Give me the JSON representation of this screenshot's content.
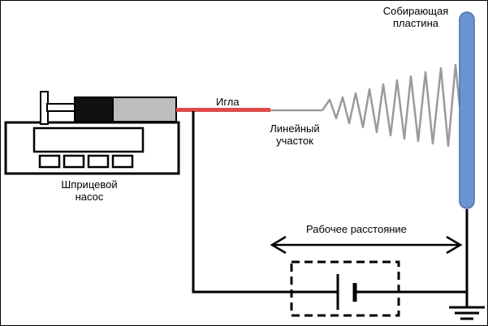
{
  "labels": {
    "collector_line1": "Собирающая",
    "collector_line2": "пластина",
    "needle": "Игла",
    "linear_line1": "Линейный",
    "linear_line2": "участок",
    "pump_line1": "Шприцевой",
    "pump_line2": "насос",
    "distance": "Рабочее расстояние"
  },
  "colors": {
    "frame": "#000000",
    "needle": "#e04a4a",
    "collector": "#6c93d2",
    "collector_edge": "#4a6fae",
    "jet": "#9a9a9a",
    "syringe_body": "#bdbdbd",
    "syringe_plunger": "#111111"
  },
  "icons": {
    "power_supply": "battery-symbol-in-dashed-box",
    "ground": "ground-symbol",
    "distance_arrow": "double-headed-arrow"
  }
}
